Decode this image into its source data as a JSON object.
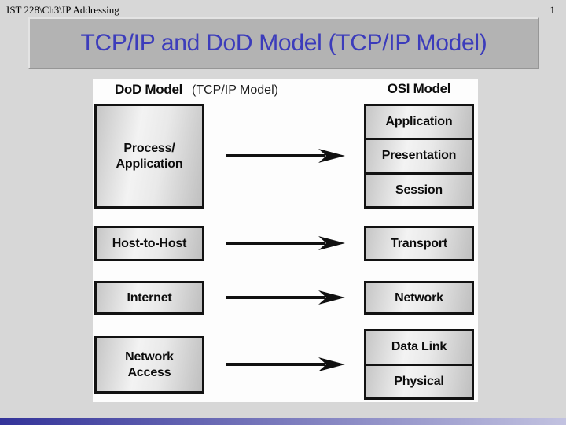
{
  "page": {
    "header_left": "IST 228\\Ch3\\IP Addressing",
    "slide_number": "1",
    "background_color": "#d7d7d7"
  },
  "title": {
    "text": "TCP/IP and DoD Model (TCP/IP Model)",
    "text_color": "#3c3cbb",
    "box_color": "#b3b3b3"
  },
  "diagram": {
    "dod_header": "DoD Model",
    "tcpip_label": "(TCP/IP Model)",
    "osi_header": "OSI Model",
    "dod_layers": [
      "Process/\nApplication",
      "Host-to-Host",
      "Internet",
      "Network\nAccess"
    ],
    "osi_layers_grouped": [
      [
        "Application",
        "Presentation",
        "Session"
      ],
      [
        "Transport"
      ],
      [
        "Network"
      ],
      [
        "Data Link",
        "Physical"
      ]
    ],
    "box_border_color": "#121212",
    "arrow_color": "#111111"
  },
  "accent_bar": {
    "gradient_left": "#333399",
    "gradient_right": "#c2c2e0"
  }
}
